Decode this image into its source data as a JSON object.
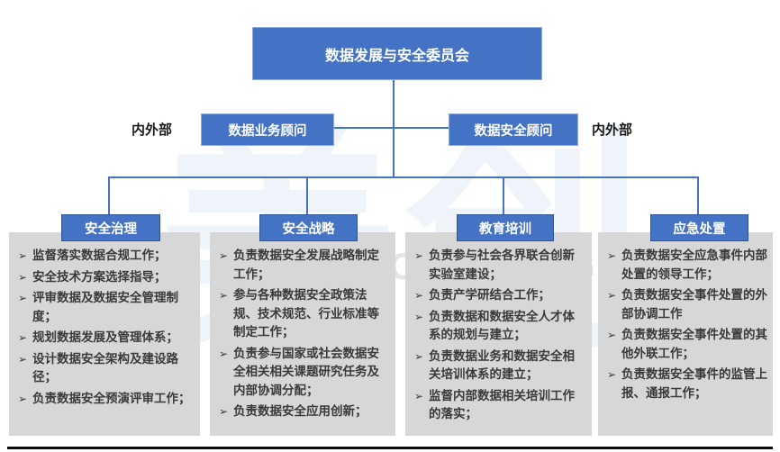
{
  "root": {
    "label": "数据发展与安全委员会"
  },
  "advisors": {
    "external_label_left": "内外部",
    "external_label_right": "内外部",
    "business_advisor": "数据业务顾问",
    "security_advisor": "数据安全顾问"
  },
  "bullet_char": "➢",
  "columns": [
    {
      "title": "安全治理",
      "items": [
        "监督落实数据合规工作；",
        "安全技术方案选择指导；",
        "评审数据及数据安全管理制度；",
        "规划数据发展及管理体系；",
        "设计数据安全架构及建设路径；",
        "负责数据安全预演评审工作；"
      ]
    },
    {
      "title": "安全战略",
      "items": [
        "负责数据安全发展战略制定工作；",
        "参与各种数据安全政策法规、技术规范、行业标准等制定工作；",
        "负责参与国家或社会数据安全相关相关课题研究任务及内部协调分配；",
        "负责数据安全应用创新；"
      ]
    },
    {
      "title": "教育培训",
      "items": [
        "负责参与社会各界联合创新实验室建设；",
        "负责产学研结合工作；",
        "负责数据和数据安全人才体系的规划与建立；",
        "负责数据业务和数据安全相关培训体系的建立；",
        "监督内部数据相关培训工作的落实；"
      ]
    },
    {
      "title": "应急处置",
      "items": [
        "负责数据安全应急事件内部处置的领导工作；",
        "负责数据安全事件处置的外部协调工作",
        "负责数据安全事件处置的其他外联工作；",
        "负责数据安全事件的监管上报、通报工作；"
      ]
    }
  ],
  "watermark": {
    "cn": "美创",
    "en": "MEICHUANG"
  },
  "colors": {
    "box_blue": "#4472C4",
    "box_border_light": "#8FAADC",
    "box_border_dark": "#2F5597",
    "panel_gray": "#D7D7D7",
    "line_blue": "#4472C4",
    "text_dark": "#3a3a3a"
  }
}
